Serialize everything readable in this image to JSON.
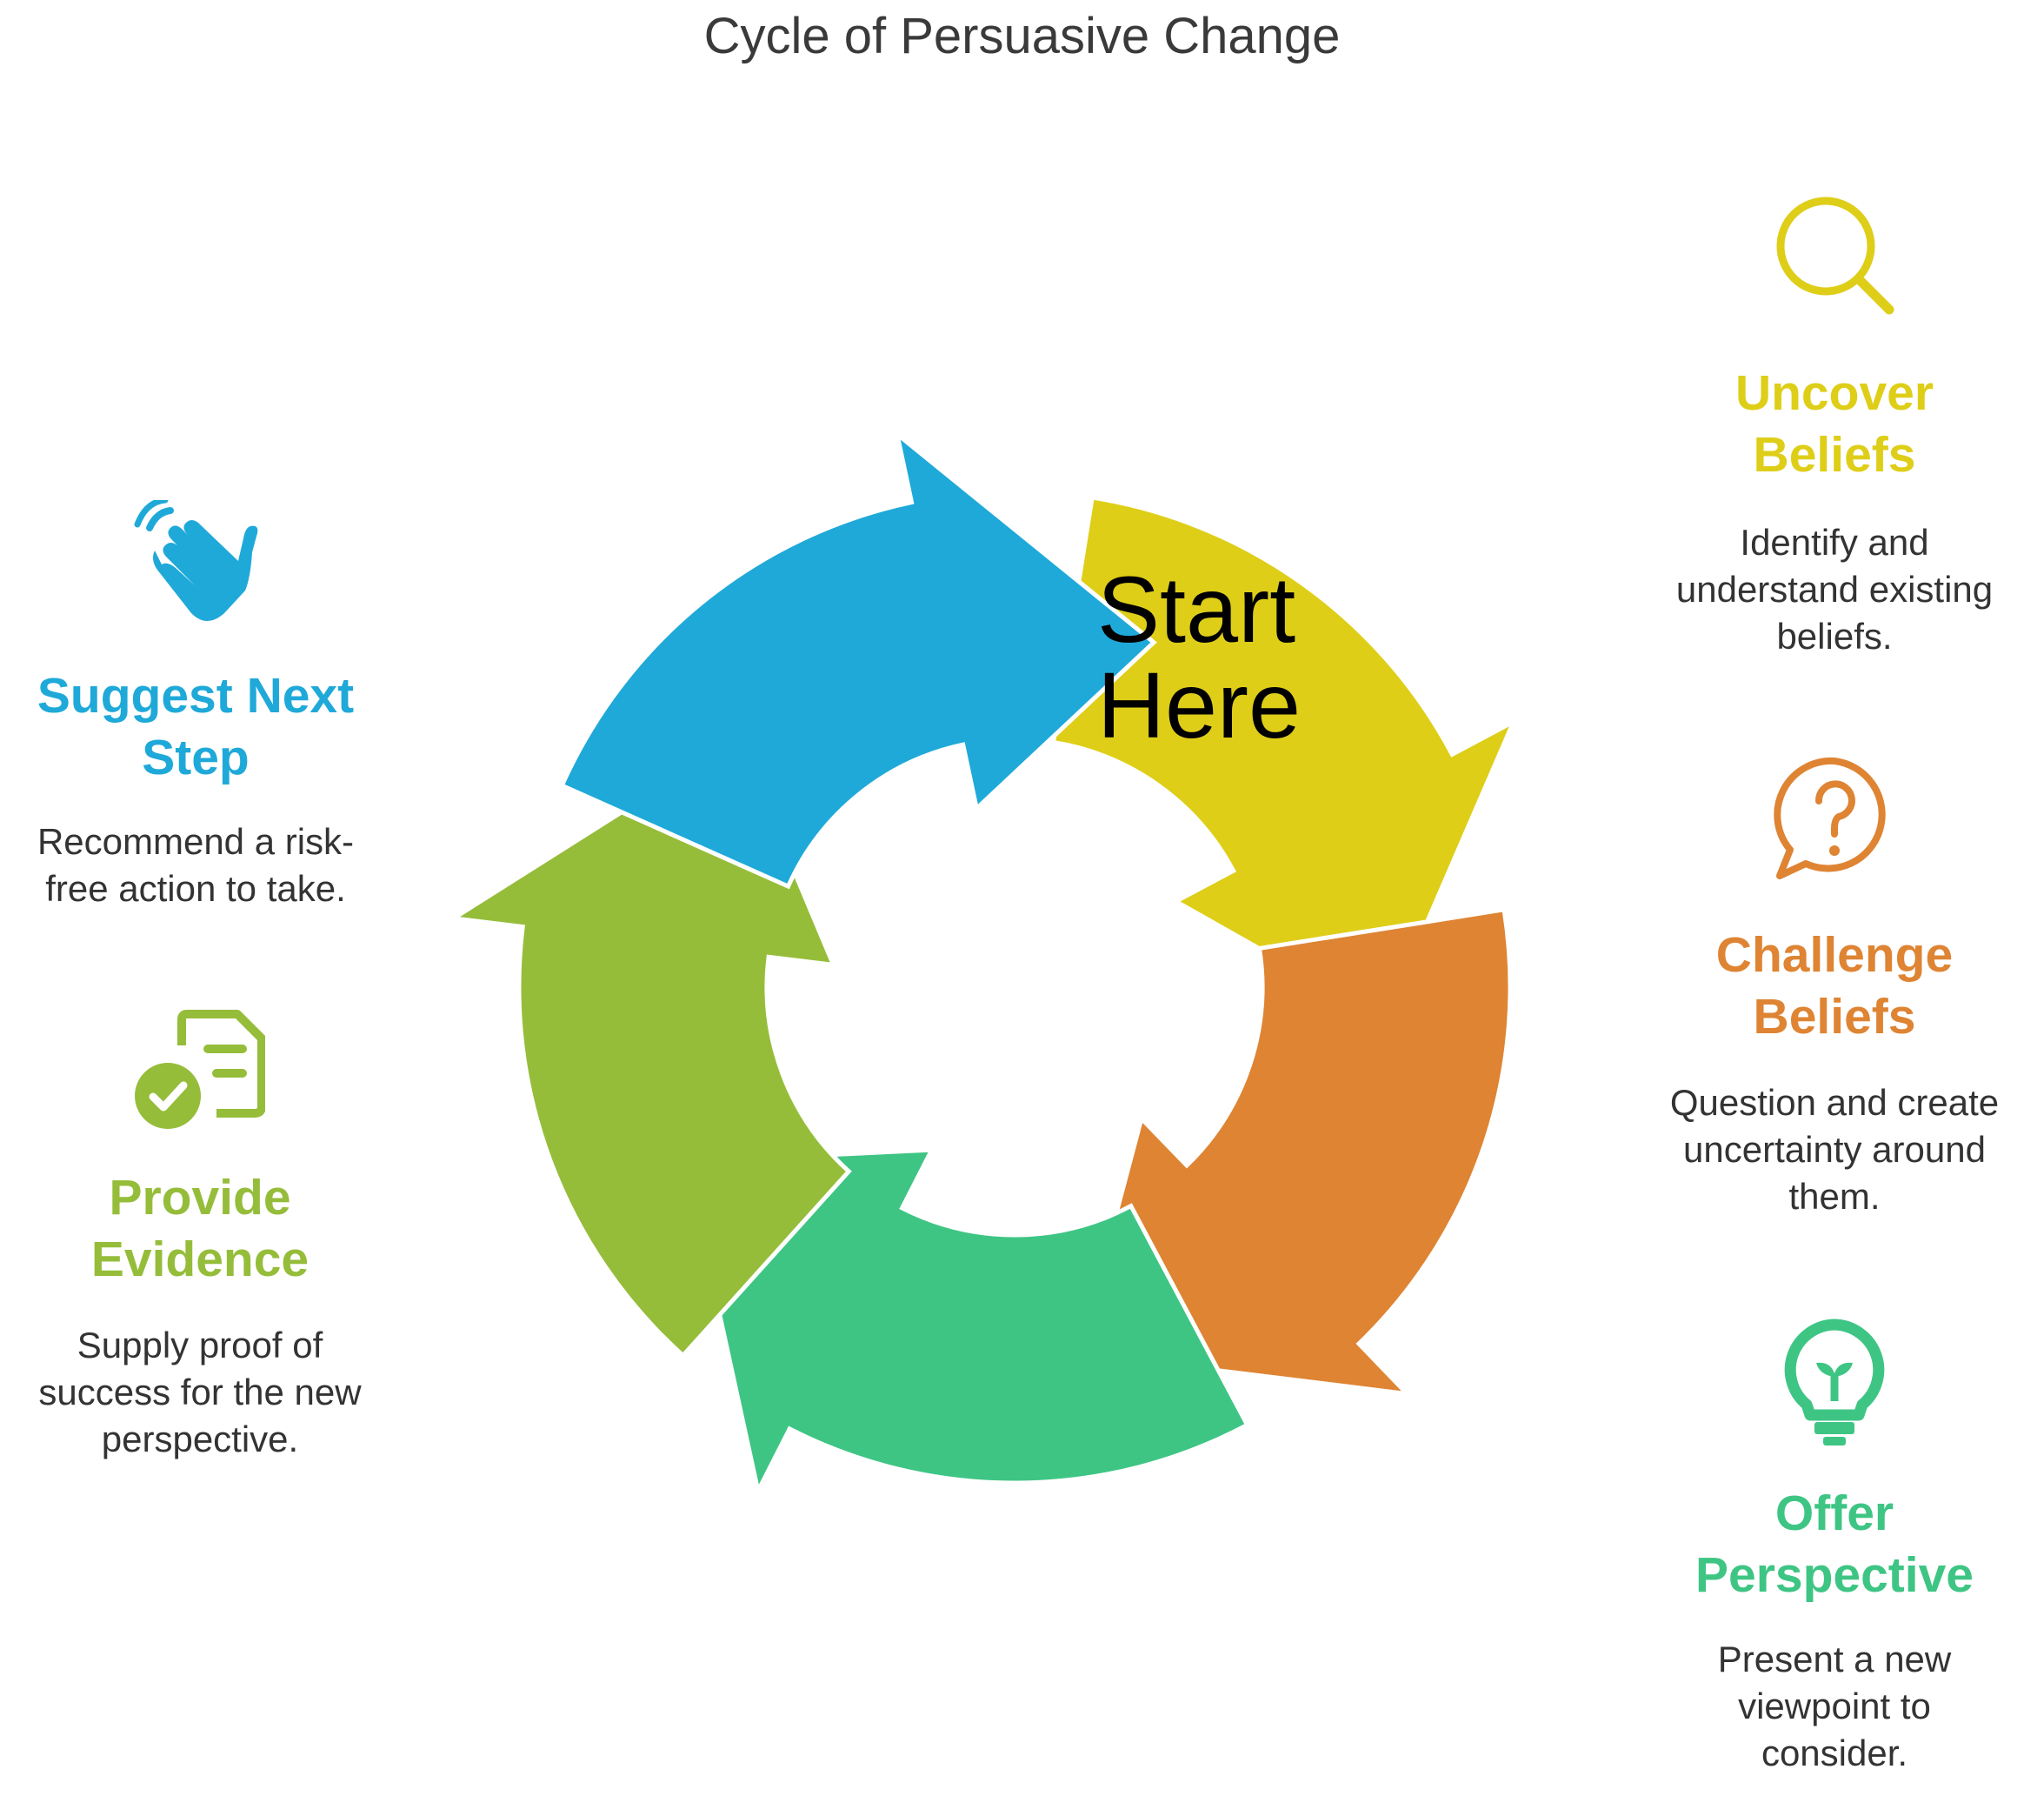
{
  "title": "Cycle of Persuasive Change",
  "center_label": "Start\nHere",
  "colors": {
    "uncover": "#DECE18",
    "challenge": "#DE8433",
    "offer": "#3EC584",
    "evidence": "#95BD3A",
    "suggest": "#1FA9D9",
    "text": "#333333"
  },
  "steps": [
    {
      "key": "uncover",
      "icon": "search-icon",
      "heading": "Uncover\nBeliefs",
      "desc": "Identify and\nunderstand existing\nbeliefs."
    },
    {
      "key": "challenge",
      "icon": "question-bubble-icon",
      "heading": "Challenge\nBeliefs",
      "desc": "Question and create\nuncertainty around\nthem."
    },
    {
      "key": "offer",
      "icon": "lightbulb-icon",
      "heading": "Offer\nPerspective",
      "desc": "Present a new\nviewpoint to\nconsider."
    },
    {
      "key": "evidence",
      "icon": "checked-document-icon",
      "heading": "Provide\nEvidence",
      "desc": "Supply proof of\nsuccess for the new\nperspective."
    },
    {
      "key": "suggest",
      "icon": "waving-hand-icon",
      "heading": "Suggest Next\nStep",
      "desc": "Recommend a risk-\nfree action to take."
    }
  ]
}
